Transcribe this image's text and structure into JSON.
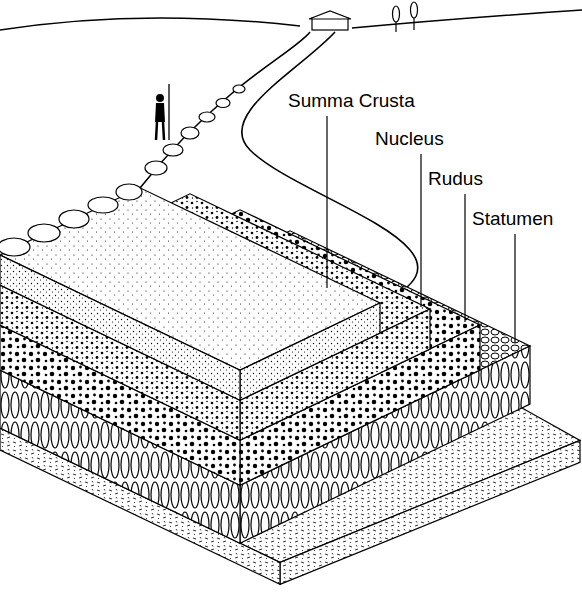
{
  "diagram": {
    "labels": [
      "Summa Crusta",
      "Nucleus",
      "Rudus",
      "Statumen"
    ]
  }
}
